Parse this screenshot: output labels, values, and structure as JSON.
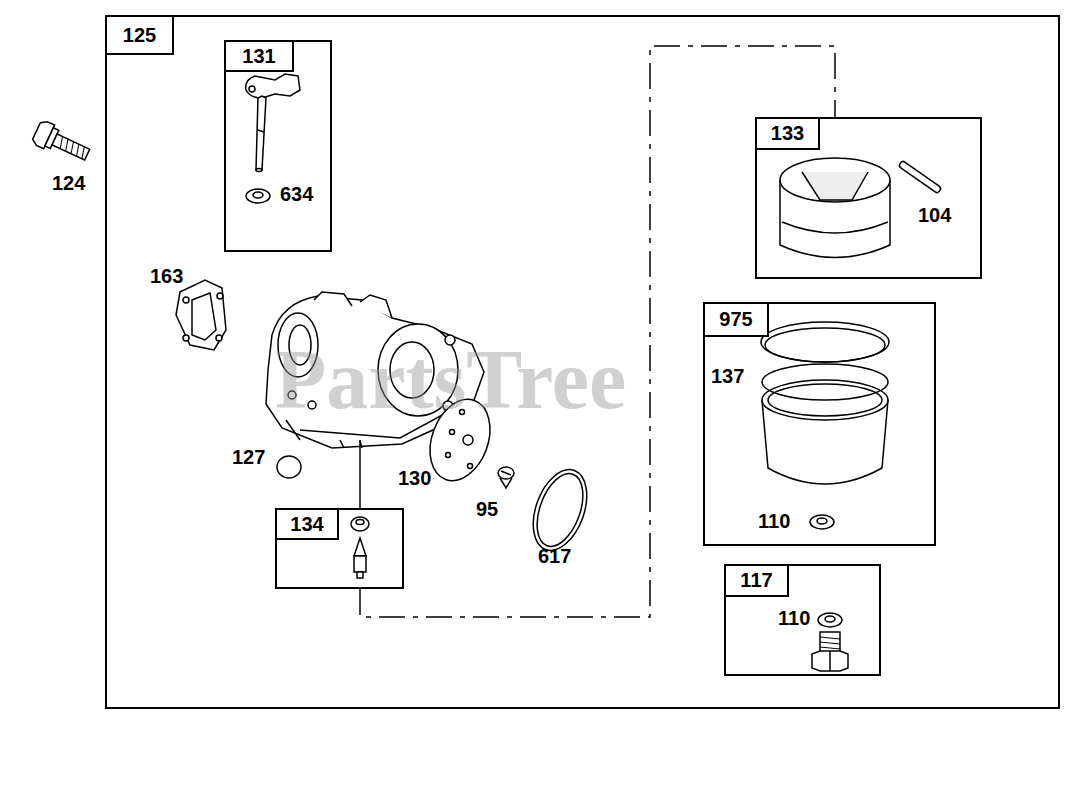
{
  "diagram": {
    "nodes": [
      {
        "text": [
          "125"
        ]
      },
      {
        "text": [
          "131",
          "634"
        ],
        "in": 0
      },
      {
        "text": [
          "133",
          "104"
        ],
        "in": 0
      },
      {
        "text": [
          "975",
          "137",
          "110"
        ],
        "in": 0
      },
      {
        "text": [
          "134"
        ],
        "in": 0
      },
      {
        "text": [
          "117",
          "110"
        ],
        "in": 0
      }
    ],
    "edges": [
      {
        "from": 4,
        "to": 2,
        "arrow": "none"
      }
    ],
    "labels": [
      "124",
      "163",
      "127",
      "130",
      "95",
      "617",
      "PartsTree"
    ]
  }
}
